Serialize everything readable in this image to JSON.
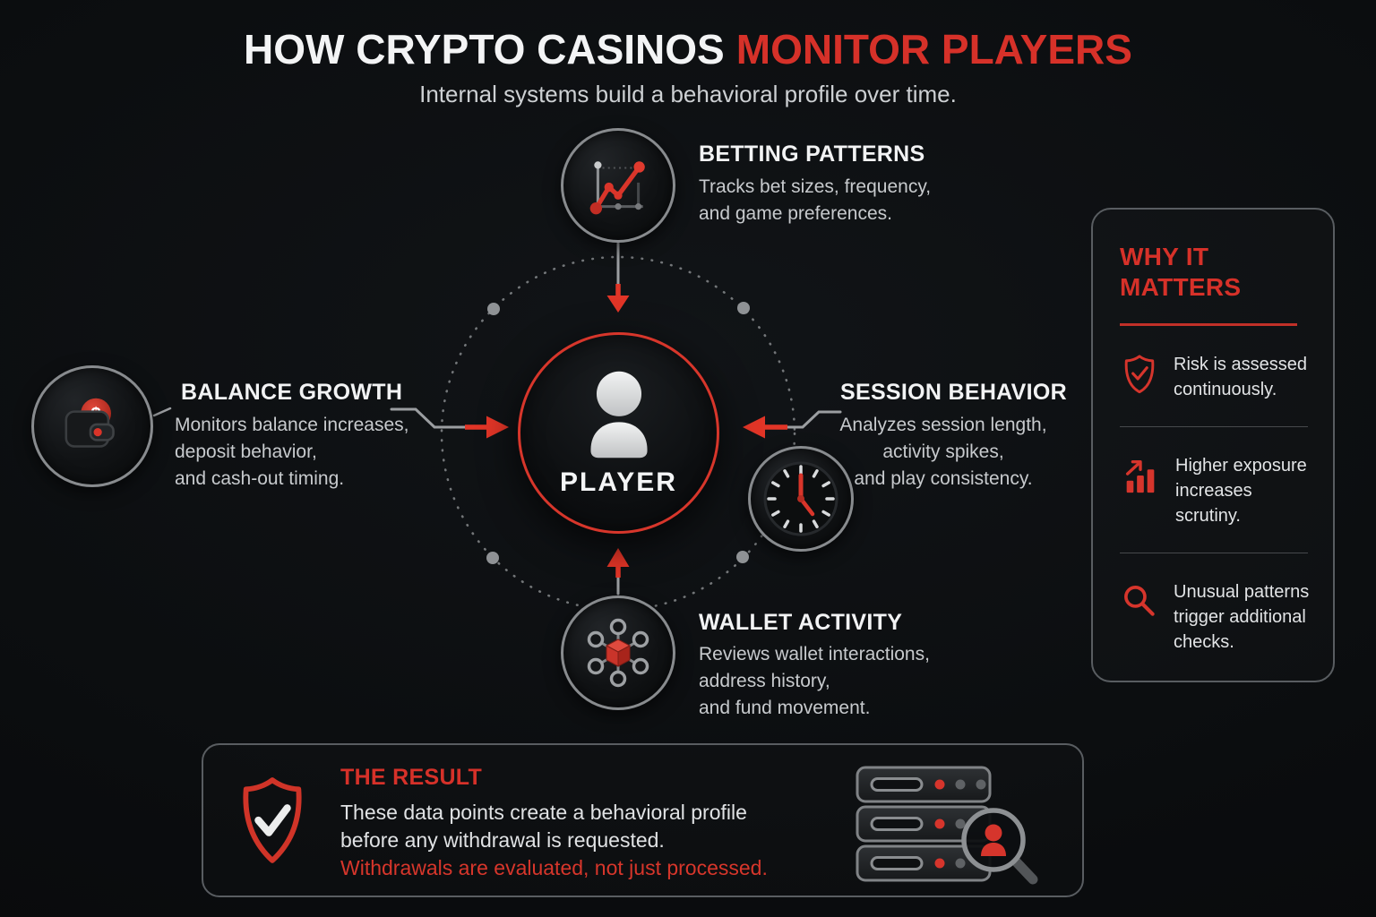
{
  "colors": {
    "accent_red": "#d63129",
    "arrow_red": "#e23527",
    "background": "#0b0d0f",
    "heading_white": "#f3f4f5",
    "body_gray": "#c7cacd"
  },
  "header": {
    "title_white": "HOW CRYPTO CASINOS",
    "title_red": "MONITOR PLAYERS",
    "subtitle": "Internal systems build a behavioral profile over time."
  },
  "center": {
    "icon": "person-icon",
    "label": "PLAYER"
  },
  "nodes": [
    {
      "id": "betting-patterns",
      "icon": "line-chart-icon",
      "title": "BETTING PATTERNS",
      "lines": [
        "Tracks bet sizes, frequency,",
        "and game preferences."
      ]
    },
    {
      "id": "balance-growth",
      "icon": "wallet-icon",
      "title": "BALANCE GROWTH",
      "lines": [
        "Monitors balance increases,",
        "deposit behavior,",
        "and cash-out timing."
      ]
    },
    {
      "id": "session-behavior",
      "icon": "clock-icon",
      "title": "SESSION BEHAVIOR",
      "lines": [
        "Analyzes session length,",
        "activity spikes,",
        "and play consistency."
      ]
    },
    {
      "id": "wallet-activity",
      "icon": "network-icon",
      "title": "WALLET ACTIVITY",
      "lines": [
        "Reviews wallet interactions,",
        "address history,",
        "and fund movement."
      ]
    }
  ],
  "why_panel": {
    "title_line1": "WHY IT",
    "title_line2": "MATTERS",
    "items": [
      {
        "icon": "shield-check-icon",
        "lines": [
          "Risk is assessed",
          "continuously."
        ]
      },
      {
        "icon": "bar-chart-icon",
        "lines": [
          "Higher exposure",
          "increases",
          "scrutiny."
        ]
      },
      {
        "icon": "magnifier-icon",
        "lines": [
          "Unusual patterns",
          "trigger additional",
          "checks."
        ]
      }
    ]
  },
  "result_panel": {
    "icon_left": "shield-check-icon",
    "icon_right": "server-scan-icon",
    "title": "THE RESULT",
    "line1": "These data points create a behavioral profile",
    "line2": "before any withdrawal is requested.",
    "highlight": "Withdrawals are evaluated, not just processed."
  }
}
